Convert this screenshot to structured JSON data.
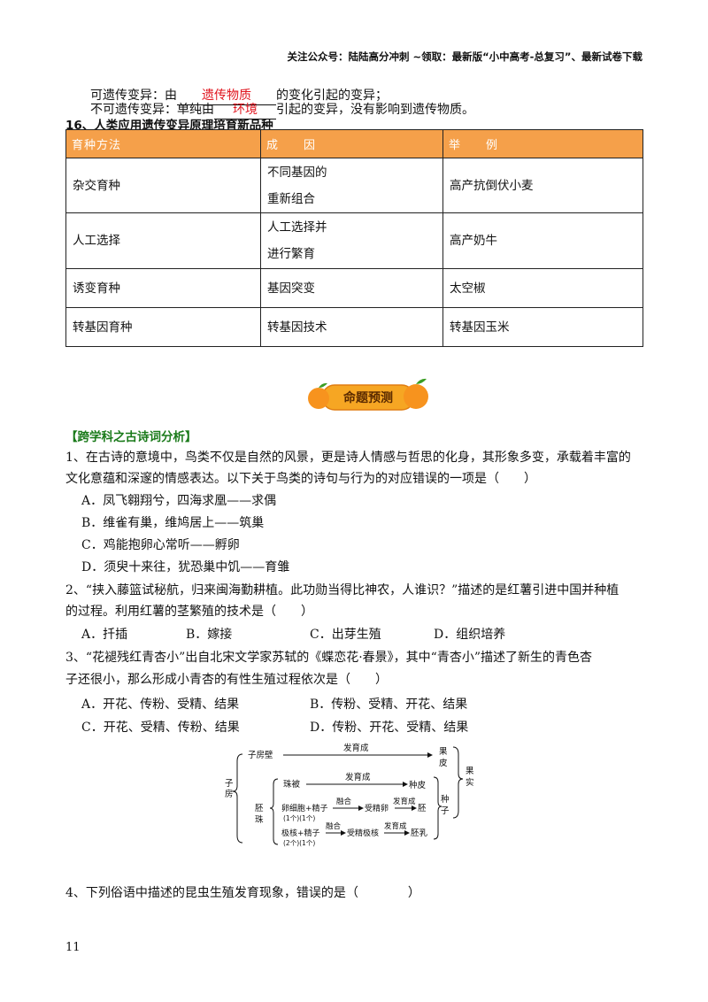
{
  "header": {
    "text": "关注公众号：陆陆高分冲刺  ~领取：最新版“小中高考-总复习”、最新试卷下载"
  },
  "variation": {
    "heritable_prefix": "可遗传变异：由",
    "heritable_fill": "遗传物质",
    "heritable_suffix": "的变化引起的变异；",
    "nonheritable_prefix": "不可遗传变异：单纯由",
    "nonheritable_fill": "环境",
    "nonheritable_suffix": "引起的变异，没有影响到遗传物质。"
  },
  "section16": {
    "title": "16、人类应用遗传变异原理培育新品种",
    "headers": [
      "育种方法",
      "成　　因",
      "举　　例"
    ],
    "rows": [
      [
        "杂交育种",
        "不同基因的",
        "重新组合",
        "高产抗倒伏小麦"
      ],
      [
        "人工选择",
        "人工选择并",
        "进行繁育",
        "高产奶牛"
      ],
      [
        "诱变育种",
        "基因突变",
        "",
        "太空椒"
      ],
      [
        "转基因育种",
        "转基因技术",
        "",
        "转基因玉米"
      ]
    ]
  },
  "badge": {
    "label": "命题预测"
  },
  "cross_title": "【跨学科之古诗词分析】",
  "questions": {
    "q1_line1": "1、在古诗的意境中，鸟类不仅是自然的风景，更是诗人情感与哲思的化身，其形象多变，承载着丰富的",
    "q1_line2": "文化意蕴和深邃的情感表达。以下关于鸟类的诗句与行为的对应错误的一项是（　　）",
    "q1_a": "A．凤飞翱翔兮，四海求凰——求偶",
    "q1_b": "B．维雀有巢，维鸠居上——筑巢",
    "q1_c": "C．鸡能抱卵心常听——孵卵",
    "q1_d": "D．须臾十来往，犹恐巢中饥——育雏",
    "q2_line1": "2、“挟入藤篮试秘航，归来闽海勤耕植。此功勋当得比神农，人谁识？”描述的是红薯引进中国并种植",
    "q2_line2": "的过程。利用红薯的茎繁殖的技术是（　　）",
    "q2_a": "A．扦插",
    "q2_b": "B．嫁接",
    "q2_c": "C．出芽生殖",
    "q2_d": "D．组织培养",
    "q3_line1": "3、“花褪残红青杏小”出自北宋文学家苏轼的《蝶恋花·春景》，其中“青杏小”描述了新生的青色杏",
    "q3_line2": "子还很小，那么形成小青杏的有性生殖过程依次是（　　）",
    "q3_a": "A．开花、传粉、受精、结果",
    "q3_b": "B．传粉、受精、开花、结果",
    "q3_c": "C．开花、受精、传粉、结果",
    "q3_d": "D．传粉、开花、受精、结果",
    "q4_line1": "4、下列俗语中描述的昆虫生殖发育现象，错误的是（　　　　）"
  },
  "diagram": {
    "ovary": "子房",
    "ovary_wall": "子房壁",
    "develops": "发育成",
    "pericarp": "果皮",
    "fruit": "果实",
    "ovule": "胚珠",
    "integument": "珠被",
    "seed_coat": "种皮",
    "egg": "卵细胞+精子",
    "count_egg": "(1个)(1个)",
    "fuse": "融合",
    "fertilized_egg": "受精卵",
    "embryo": "胚",
    "polar": "极核+精子",
    "count_polar": "(2个)(1个)",
    "fertilized_polar": "受精极核",
    "endosperm": "胚乳",
    "seed": "种子"
  },
  "page_number": "11"
}
